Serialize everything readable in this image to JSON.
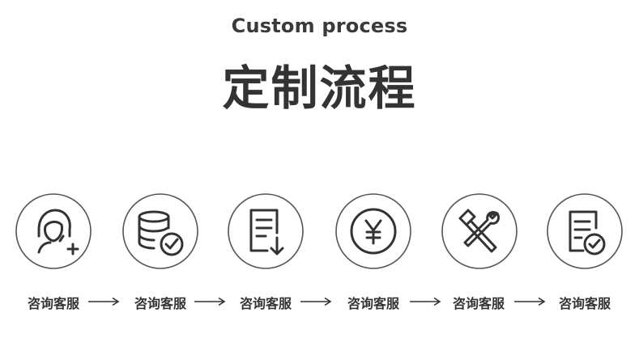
{
  "header": {
    "subtitle": "Custom process",
    "title": "定制流程"
  },
  "steps": [
    {
      "label": "咨询客服",
      "icon": "customer-service-headset-icon"
    },
    {
      "label": "咨询客服",
      "icon": "database-check-icon"
    },
    {
      "label": "咨询客服",
      "icon": "document-download-icon"
    },
    {
      "label": "咨询客服",
      "icon": "yen-coin-icon"
    },
    {
      "label": "咨询客服",
      "icon": "hammer-wrench-tools-icon"
    },
    {
      "label": "咨询客服",
      "icon": "document-check-icon"
    }
  ],
  "colors": {
    "stroke": "#333333",
    "circle": "#555555"
  }
}
